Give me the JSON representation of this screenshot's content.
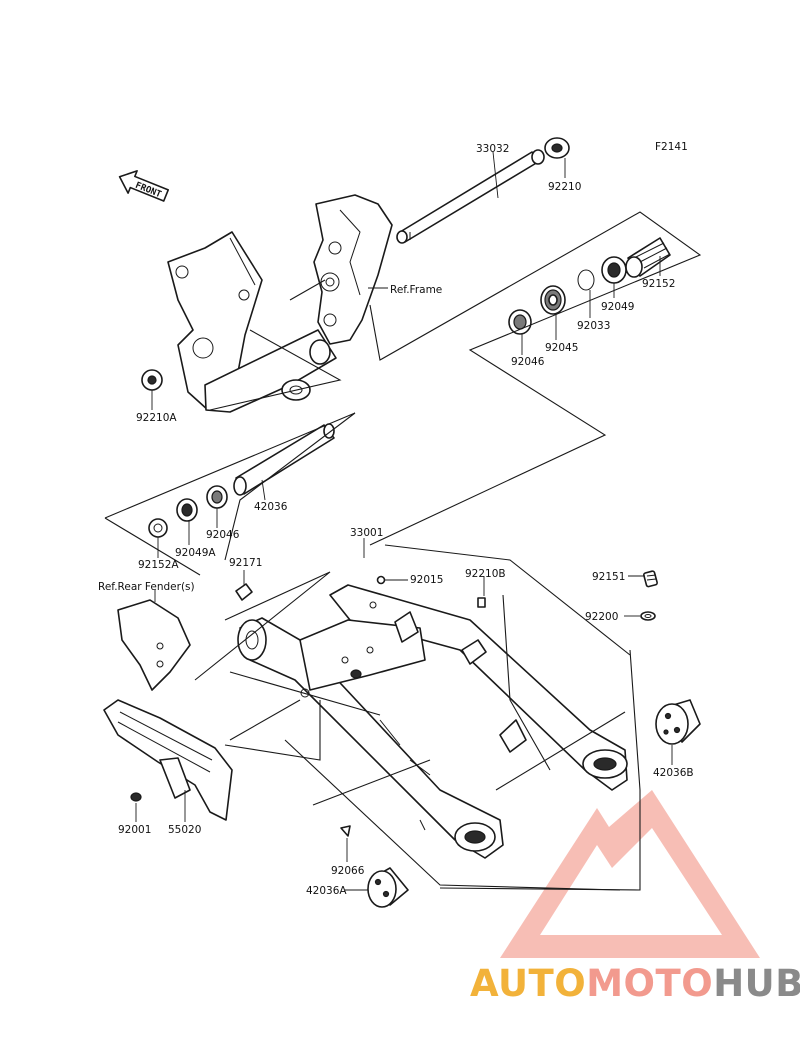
{
  "figure_code": "F2141",
  "direction_arrow_label": "FRONT",
  "references": {
    "frame": "Ref.Frame",
    "rear_fender": "Ref.Rear Fender(s)"
  },
  "parts": {
    "p33032": "33032",
    "p92210": "92210",
    "p92152": "92152",
    "p92049": "92049",
    "p92033": "92033",
    "p92045": "92045",
    "p92046_top": "92046",
    "p92210A": "92210A",
    "p42036": "42036",
    "p92046_mid": "92046",
    "p92049A": "92049A",
    "p92152A": "92152A",
    "p33001": "33001",
    "p92171": "92171",
    "p92015": "92015",
    "p92210B": "92210B",
    "p92151": "92151",
    "p92200": "92200",
    "p42036B": "42036B",
    "p92001": "92001",
    "p55020": "55020",
    "p92066": "92066",
    "p42036A": "42036A"
  },
  "watermark": {
    "part1": "AUTO",
    "part2": "MOTO",
    "part3": "HUB",
    "colors": {
      "auto": "#f2b23a",
      "moto": "#f29a8e",
      "hub": "#8a8a8a",
      "triangle": "#f4a59a"
    }
  }
}
